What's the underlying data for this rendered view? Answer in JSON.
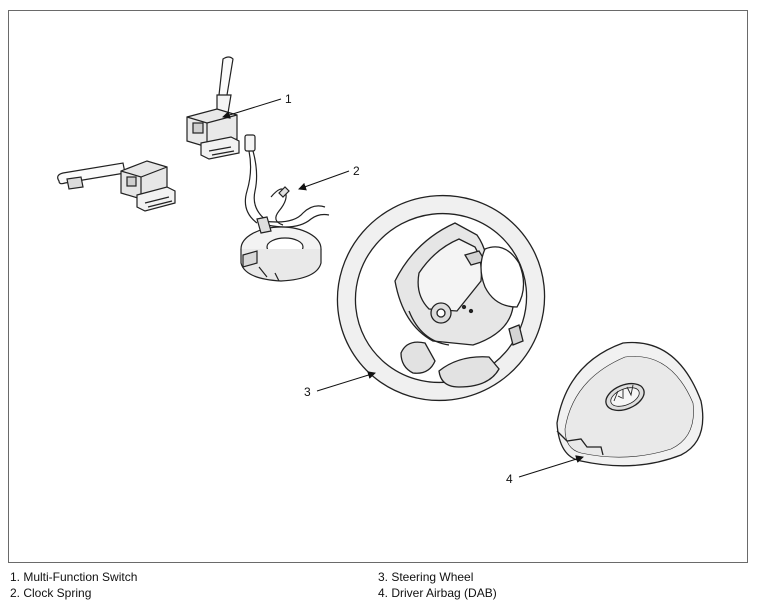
{
  "callouts": [
    "1",
    "2",
    "3",
    "4"
  ],
  "legend": {
    "items": [
      "1. Multi-Function Switch",
      "2. Clock Spring",
      "3. Steering Wheel",
      "4. Driver Airbag (DAB)"
    ]
  },
  "icons": [
    "multi-function-switch-illustration",
    "clock-spring-illustration",
    "steering-wheel-illustration",
    "driver-airbag-illustration",
    "kia-logo"
  ]
}
